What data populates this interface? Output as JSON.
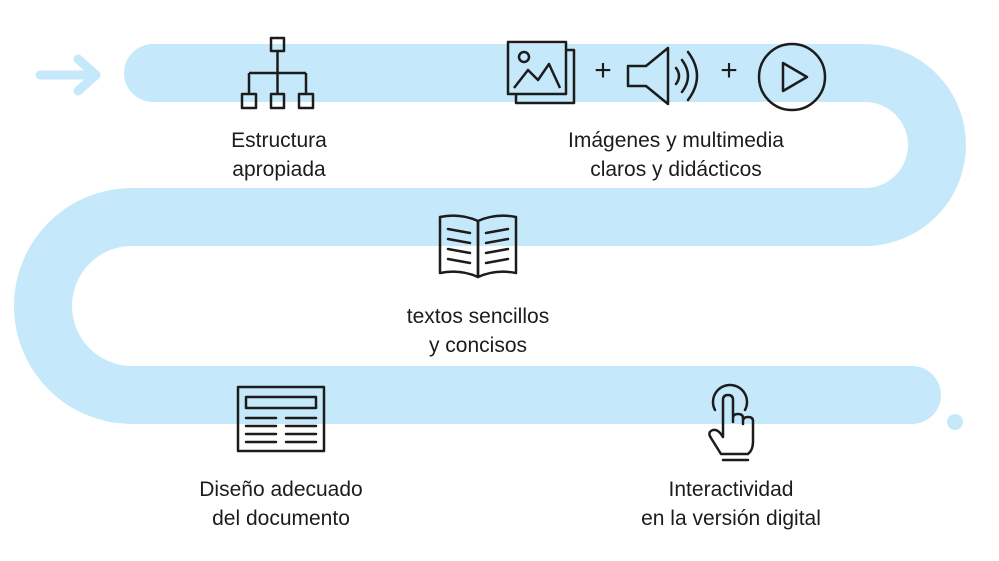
{
  "colors": {
    "road": "#c5e9fb",
    "accent": "#c5e9fb",
    "icon_stroke": "#1c1c1c",
    "text": "#1c1c1c"
  },
  "steps": [
    {
      "id": "estructura",
      "icon": "hierarchy-icon",
      "lines": [
        "Estructura",
        "apropiada"
      ]
    },
    {
      "id": "imagenes",
      "icon": "image-audio-video-icons",
      "lines": [
        "Imágenes y multimedia",
        "claros y didácticos"
      ]
    },
    {
      "id": "textos",
      "icon": "open-book-icon",
      "lines": [
        "textos sencillos",
        "y concisos"
      ]
    },
    {
      "id": "diseno",
      "icon": "document-layout-icon",
      "lines": [
        "Diseño adecuado",
        "del documento"
      ]
    },
    {
      "id": "interactividad",
      "icon": "touch-hand-icon",
      "lines": [
        "Interactividad",
        "en la versión digital"
      ]
    }
  ],
  "symbols": {
    "plus": "+"
  }
}
